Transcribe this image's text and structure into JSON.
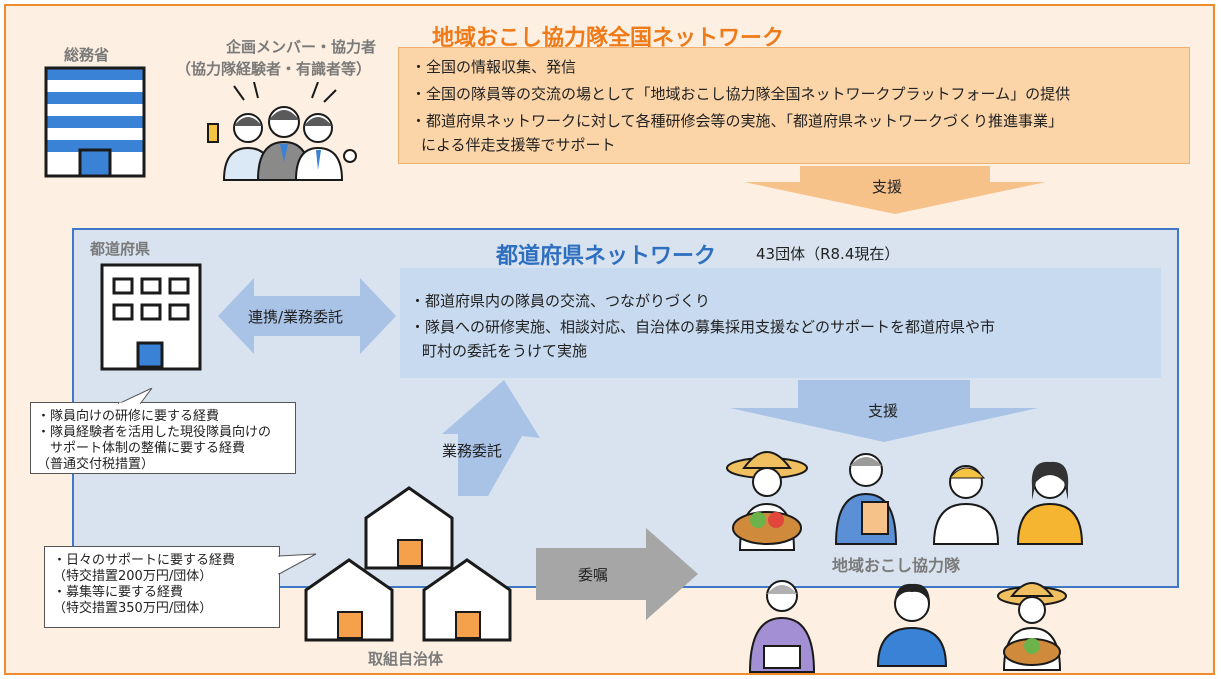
{
  "top": {
    "title": "地域おこし協力隊全国ネットワーク",
    "ministry_label": "総務省",
    "members_label_line1": "企画メンバー・協力者",
    "members_label_line2": "（協力隊経験者・有識者等）",
    "items": [
      "・全国の情報収集、発信",
      "・全国の隊員等の交流の場として「地域おこし協力隊全国ネットワークプラットフォーム」の提供",
      "・都道府県ネットワークに対して各種研修会等の実施、「都道府県ネットワークづくり推進事業」",
      "による伴走支援等でサポート"
    ],
    "support_arrow_label": "支援"
  },
  "prefecture": {
    "label": "都道府県",
    "network_title": "都道府県ネットワーク",
    "network_count": "43団体（R8.4現在）",
    "items": [
      "・都道府県内の隊員の交流、つながりづくり",
      "・隊員への研修実施、相談対応、自治体の募集採用支援などのサポートを都道府県や市",
      "町村の委託をうけて実施"
    ],
    "link_arrow_label": "連携/業務委託",
    "support_arrow_label": "支援",
    "commission_arrow_label": "業務委託",
    "callout_lines": [
      "・隊員向けの研修に要する経費",
      "・隊員経験者を活用した現役隊員向けの",
      "　サポート体制の整備に要する経費",
      "（普通交付税措置）"
    ]
  },
  "municipality": {
    "label": "取組自治体",
    "callout_lines": [
      "・日々のサポートに要する経費",
      "（特交措置200万円/団体）",
      "・募集等に要する経費",
      "（特交措置350万円/団体）"
    ],
    "entrust_arrow_label": "委嘱"
  },
  "members": {
    "label": "地域おこし協力隊"
  },
  "colors": {
    "orange": "#ef7a17",
    "blue_title": "#2e6fc0",
    "arrow_orange": "#f7c18a",
    "arrow_blue": "#a9c3e6",
    "arrow_gray": "#a6a6a6"
  }
}
